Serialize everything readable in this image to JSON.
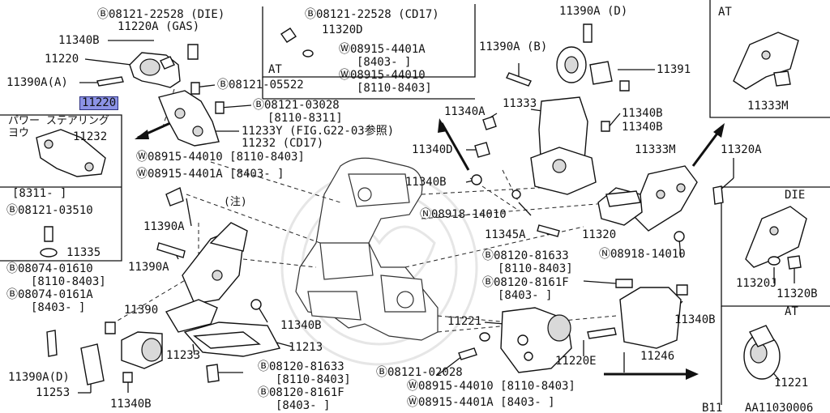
{
  "labels": {
    "l_b_08121_22528_die": "Ⓑ08121-22528 (DIE)",
    "l_11220a_gas": "11220A (GAS)",
    "l_11340b_a": "11340B",
    "l_11220": "11220",
    "l_11390a_a": "11390A(A)",
    "l_11220_hl": "11220",
    "l_b_08121_22528_cd17": "Ⓑ08121-22528 (CD17)",
    "l_11320d": "11320D",
    "l_at_box": "AT",
    "l_w_08915_4401a": "Ⓦ08915-4401A",
    "l_8403_a": "[8403-    ]",
    "l_w_08915_44010": "Ⓦ08915-44010",
    "l_8110_8403_a": "[8110-8403]",
    "l_11390a_d": "11390A (D)",
    "l_11390a_b": "11390A (B)",
    "l_11391": "11391",
    "l_at_corner": "AT",
    "l_11333m_corner": "11333M",
    "l_b_08121_05522": "Ⓑ08121-05522",
    "l_b_08121_03028": "Ⓑ08121-03028",
    "l_8110_8311": "[8110-8311]",
    "l_11233y": "11233Y (FIG.G22-03参照)",
    "l_11232_cd17": "11232  (CD17)",
    "l_w_08915_44010_b": "Ⓦ08915-44010 [8110-8403]",
    "l_w_08915_4401a_b": "Ⓦ08915-4401A [8403-    ]",
    "l_power_steering": "パワー  ステアリング",
    "l_you": "ヨウ",
    "l_11232_box": "11232",
    "l_8311": "[8311-    ]",
    "l_b_08121_03510": "Ⓑ08121-03510",
    "l_11335": "11335",
    "l_11340a": "11340A",
    "l_11333": "11333",
    "l_11340b_b": "11340B",
    "l_11340b_c": "11340B",
    "l_11340d": "11340D",
    "l_11333m": "11333M",
    "l_11320a": "11320A",
    "l_11340b_d": "11340B",
    "l_die": "DIE",
    "l_n_08918_14010": "Ⓝ08918-14010",
    "l_11345a": "11345A",
    "l_11320": "11320",
    "l_n_08918_14010_b": "Ⓝ08918-14010",
    "l_chu": "(注)",
    "l_11390a_m": "11390A",
    "l_11390a_m2": "11390A",
    "l_b_08074_01610": "Ⓑ08074-01610",
    "l_8110_8403_b": "[8110-8403]",
    "l_b_08074_0161a": "Ⓑ08074-0161A",
    "l_8403_b": "[8403-    ]",
    "l_11390": "11390",
    "l_b_08120_81633": "Ⓑ08120-81633",
    "l_8110_8403_c": "[8110-8403]",
    "l_b_08120_8161f": "Ⓑ08120-8161F",
    "l_8403_c": "[8403-    ]",
    "l_11320j": "11320J",
    "l_11320b": "11320B",
    "l_at_right": "AT",
    "l_11340b_e": "11340B",
    "l_11340b_f": "11340B",
    "l_11221": "11221",
    "l_11213": "11213",
    "l_11233": "11233",
    "l_11390a_d2": "11390A(D)",
    "l_11253": "11253",
    "l_11340b_g": "11340B",
    "l_b_08120_81633_b": "Ⓑ08120-81633",
    "l_8110_8403_d": "[8110-8403]",
    "l_b_08120_8161f_b": "Ⓑ08120-8161F",
    "l_8403_d": "[8403-    ]",
    "l_b_08121_02028": "Ⓑ08121-02028",
    "l_w_08915_44010_c": "Ⓦ08915-44010 [8110-8403]",
    "l_w_08915_4401a_c": "Ⓦ08915-4401A [8403-    ]",
    "l_11220e": "11220E",
    "l_11246": "11246",
    "l_11221_right": "11221",
    "l_b11": "B11",
    "l_catalog": "AA11030006"
  }
}
